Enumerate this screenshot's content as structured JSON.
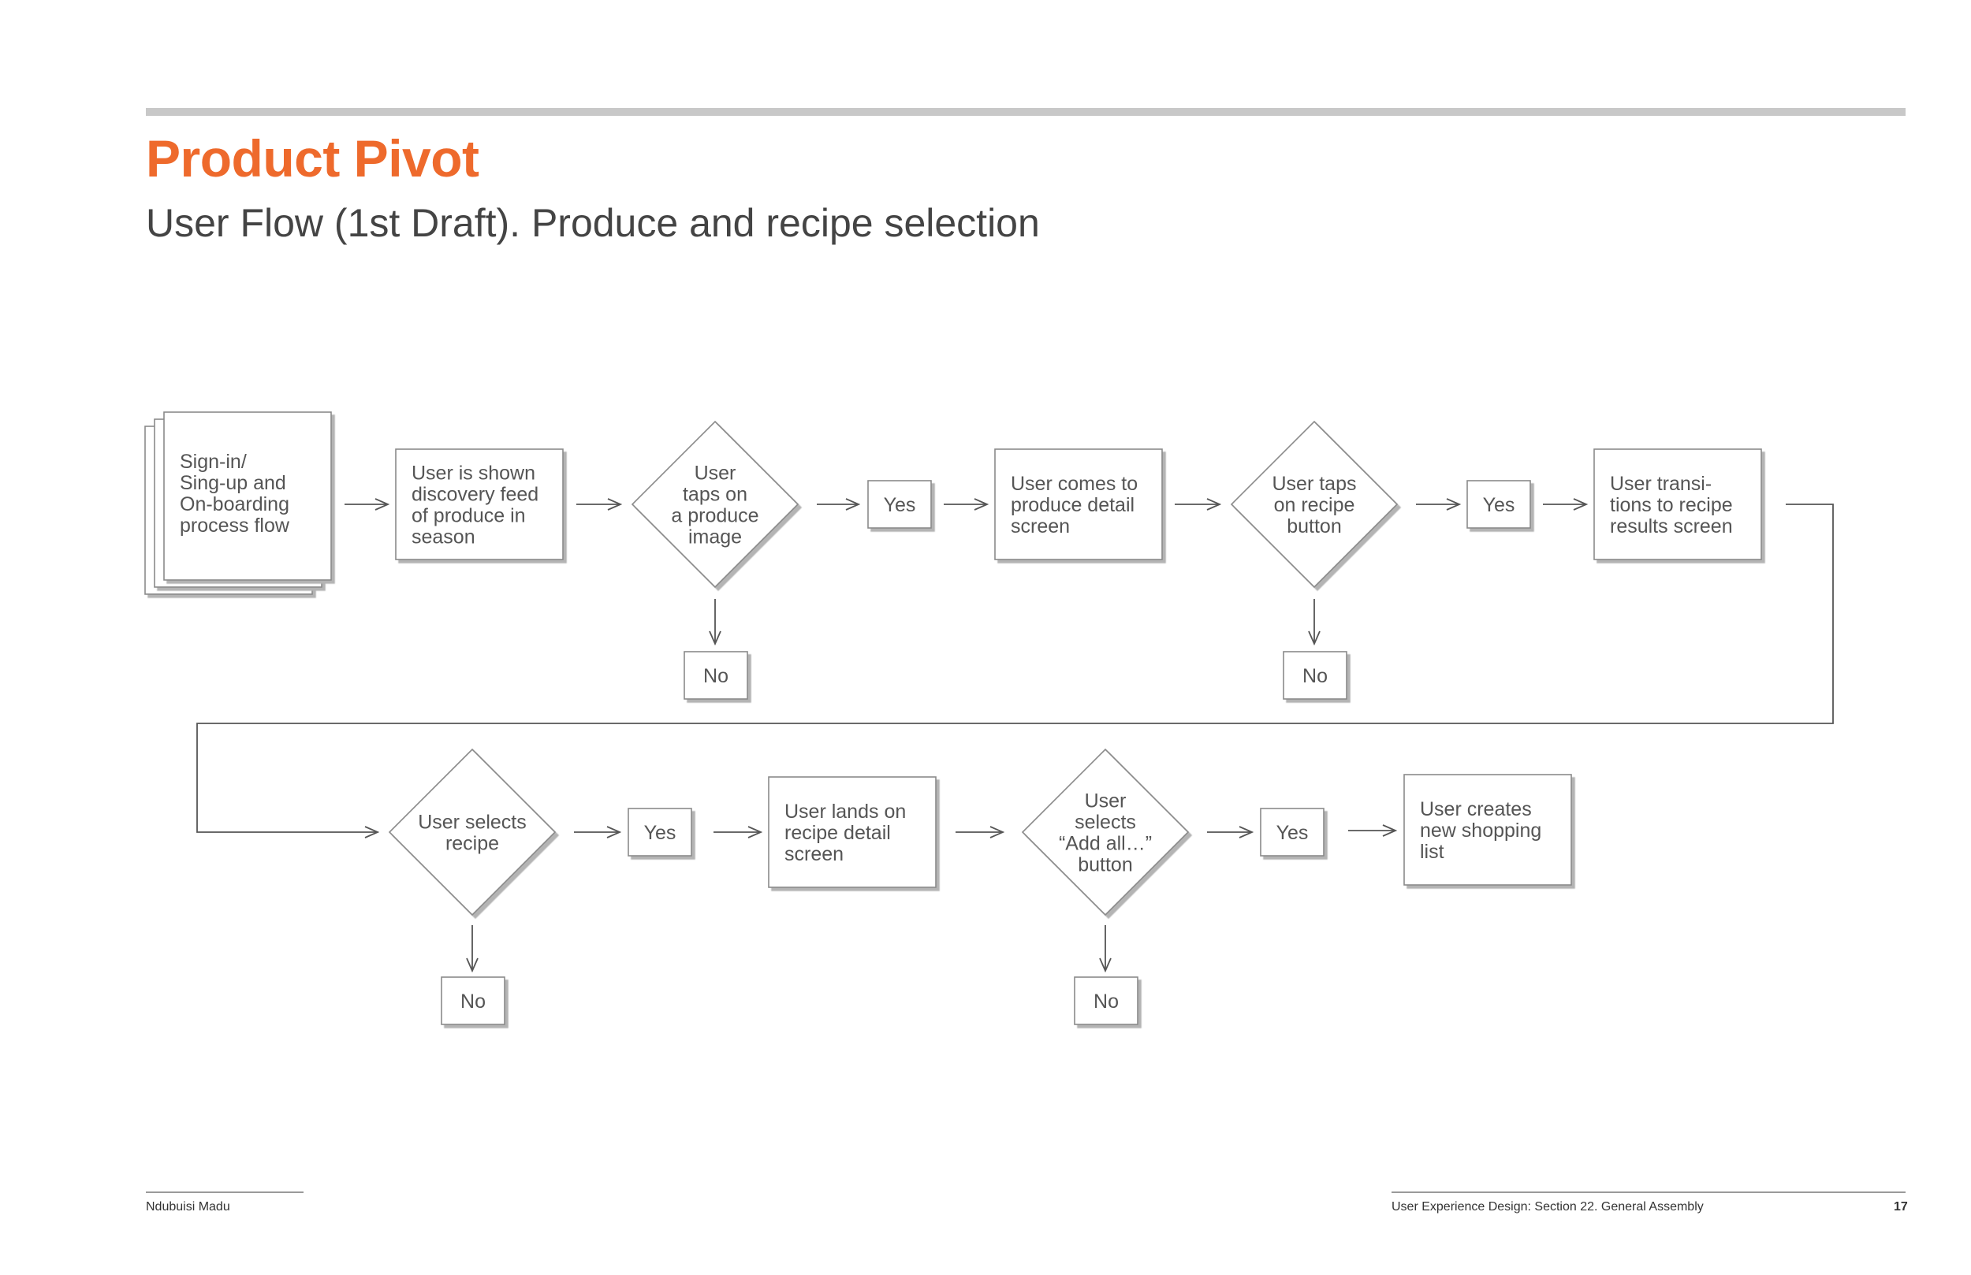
{
  "header": {
    "title": "Product Pivot",
    "subtitle": "User Flow (1st Draft). Produce and recipe selection"
  },
  "footer": {
    "author": "Ndubuisi Madu",
    "course": "User Experience Design: Section 22. General Assembly",
    "page_number": "17"
  },
  "colors": {
    "accent": "#ee6a2c",
    "divider": "#c8c8c8",
    "line": "#555555"
  },
  "flow": {
    "nodes": {
      "signin": {
        "shape": "stacked-document",
        "lines": [
          "Sign-in/",
          "Sing-up and",
          "On-boarding",
          "process flow"
        ]
      },
      "discovery": {
        "shape": "process",
        "lines": [
          "User is shown",
          "discovery feed",
          "of produce in",
          "season"
        ]
      },
      "d1": {
        "shape": "decision",
        "lines": [
          "User",
          "taps on",
          "a produce",
          "image"
        ]
      },
      "yes1": {
        "shape": "label",
        "lines": [
          "Yes"
        ]
      },
      "no1": {
        "shape": "label",
        "lines": [
          "No"
        ]
      },
      "produce_detail": {
        "shape": "process",
        "lines": [
          "User comes to",
          "produce detail",
          "screen"
        ]
      },
      "d2": {
        "shape": "decision",
        "lines": [
          "User taps",
          "on recipe",
          "button"
        ]
      },
      "yes2": {
        "shape": "label",
        "lines": [
          "Yes"
        ]
      },
      "no2": {
        "shape": "label",
        "lines": [
          "No"
        ]
      },
      "recipe_results": {
        "shape": "process",
        "lines": [
          "User transi-",
          "tions to recipe",
          "results screen"
        ]
      },
      "d3": {
        "shape": "decision",
        "lines": [
          "User selects",
          "recipe"
        ]
      },
      "yes3": {
        "shape": "label",
        "lines": [
          "Yes"
        ]
      },
      "no3": {
        "shape": "label",
        "lines": [
          "No"
        ]
      },
      "recipe_detail": {
        "shape": "process",
        "lines": [
          "User lands on",
          "recipe detail",
          "screen"
        ]
      },
      "d4": {
        "shape": "decision",
        "lines": [
          "User",
          "selects",
          "“Add all…”",
          "button"
        ]
      },
      "yes4": {
        "shape": "label",
        "lines": [
          "Yes"
        ]
      },
      "no4": {
        "shape": "label",
        "lines": [
          "No"
        ]
      },
      "shopping_list": {
        "shape": "process",
        "lines": [
          "User creates",
          "new shopping",
          "list"
        ]
      }
    },
    "edges": [
      [
        "signin",
        "discovery"
      ],
      [
        "discovery",
        "d1"
      ],
      [
        "d1",
        "yes1"
      ],
      [
        "d1",
        "no1"
      ],
      [
        "yes1",
        "produce_detail"
      ],
      [
        "produce_detail",
        "d2"
      ],
      [
        "d2",
        "yes2"
      ],
      [
        "d2",
        "no2"
      ],
      [
        "yes2",
        "recipe_results"
      ],
      [
        "recipe_results",
        "d3"
      ],
      [
        "d3",
        "yes3"
      ],
      [
        "d3",
        "no3"
      ],
      [
        "yes3",
        "recipe_detail"
      ],
      [
        "recipe_detail",
        "d4"
      ],
      [
        "d4",
        "yes4"
      ],
      [
        "d4",
        "no4"
      ],
      [
        "yes4",
        "shopping_list"
      ]
    ]
  }
}
